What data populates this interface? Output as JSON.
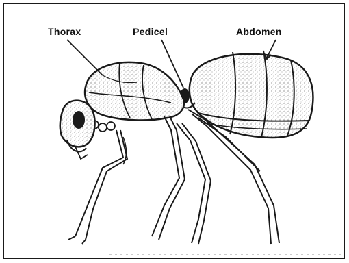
{
  "labels": {
    "thorax": "Thorax",
    "pedicel": "Pedicel",
    "abdomen": "Abdomen"
  },
  "colors": {
    "ink": "#1a1a1a",
    "background": "#ffffff"
  }
}
